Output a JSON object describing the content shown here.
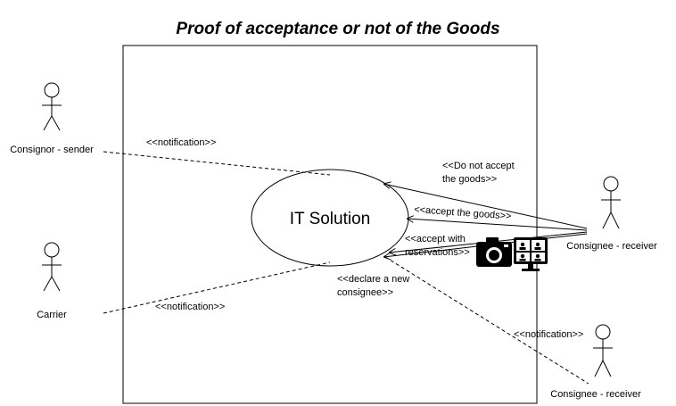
{
  "title": "Proof of acceptance or not of the Goods",
  "system": {
    "use_case": "IT Solution"
  },
  "actors": {
    "sender": "Consignor - sender",
    "carrier": "Carrier",
    "receiver1": "Consignee - receiver",
    "receiver2": "Consignee - receiver"
  },
  "labels": {
    "notif_sender": "<<notification>>",
    "notif_carrier": "<<notification>>",
    "notif_receiver": "<<notification>>",
    "do_not_accept_1": "<<Do not accept",
    "do_not_accept_2": "the goods>>",
    "accept_goods": "<<accept the goods>>",
    "accept_res_1": "<<accept with",
    "accept_res_2": "reservations>>",
    "declare_1": "<<declare a new",
    "declare_2": "consignee>>"
  },
  "icons": [
    "camera-icon",
    "video-conference-icon"
  ]
}
